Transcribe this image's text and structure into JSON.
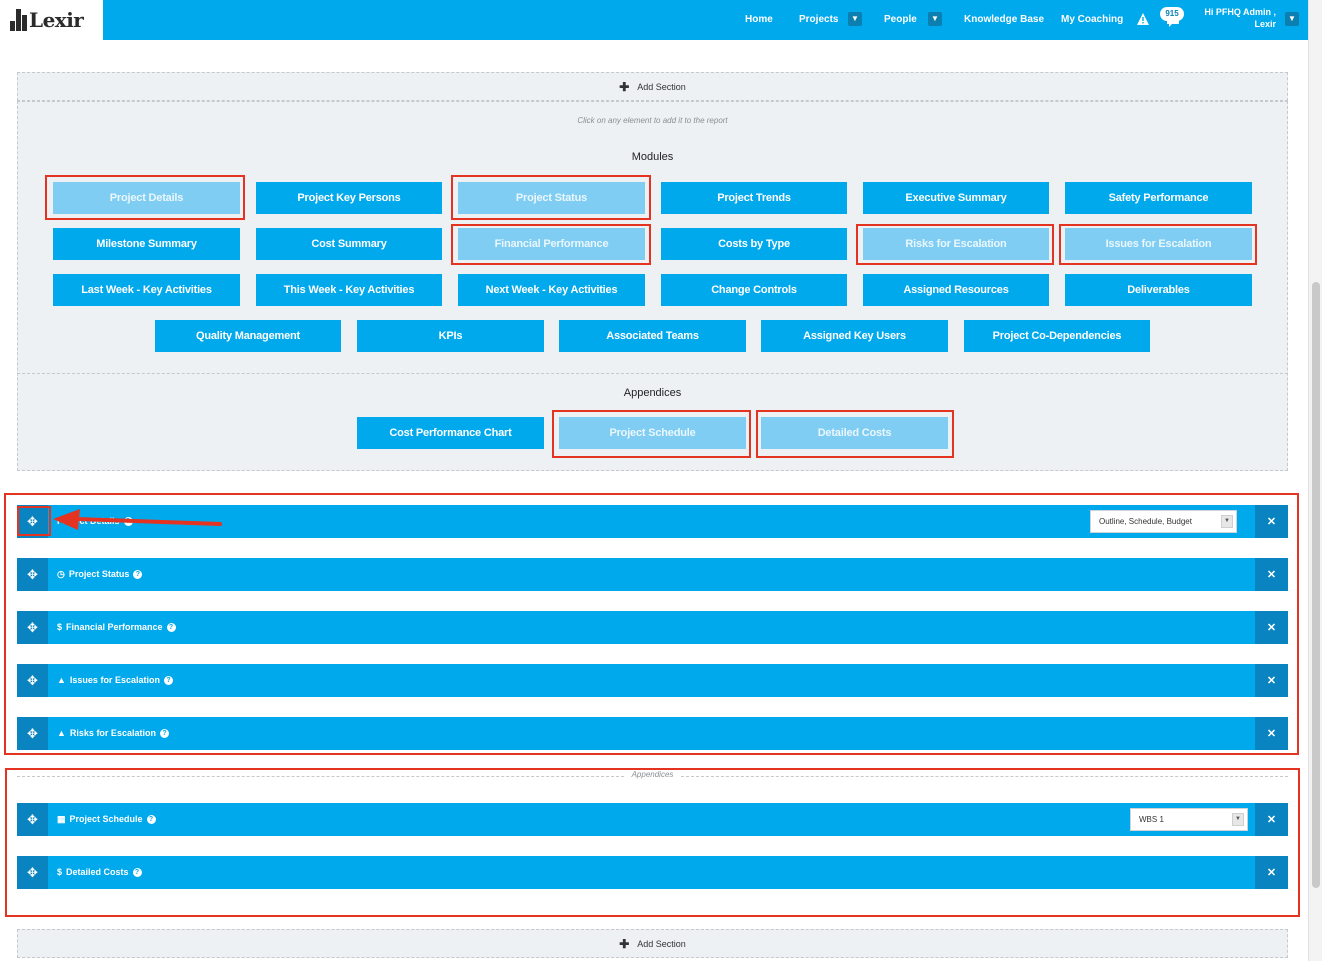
{
  "app": {
    "logo_text": "Lexir"
  },
  "nav": {
    "home": "Home",
    "projects": "Projects",
    "people": "People",
    "knowledge_base": "Knowledge Base",
    "my_coaching": "My Coaching",
    "notification_count": "915",
    "user_greeting": "Hi PFHQ Admin ,",
    "user_org": "Lexir"
  },
  "builder": {
    "add_section_label": "Add Section",
    "hint": "Click on any element to add it to the report",
    "modules_title": "Modules",
    "appendices_title": "Appendices",
    "modules": [
      "Project Details",
      "Project Key Persons",
      "Project Status",
      "Project Trends",
      "Executive Summary",
      "Safety Performance",
      "Milestone Summary",
      "Cost Summary",
      "Financial Performance",
      "Costs by Type",
      "Risks for Escalation",
      "Issues for Escalation",
      "Last Week - Key Activities",
      "This Week - Key Activities",
      "Next Week - Key Activities",
      "Change Controls",
      "Assigned Resources",
      "Deliverables",
      "Quality Management",
      "KPIs",
      "Associated Teams",
      "Assigned Key Users",
      "Project Co-Dependencies"
    ],
    "appendices": [
      "Cost Performance Chart",
      "Project Schedule",
      "Detailed Costs"
    ]
  },
  "sections": {
    "project_details": {
      "title": "Project Details",
      "select_value": "Outline, Schedule, Budget"
    },
    "project_status": {
      "title": "Project Status"
    },
    "financial_performance": {
      "title": "Financial Performance"
    },
    "issues_for_escalation": {
      "title": "Issues for Escalation"
    },
    "risks_for_escalation": {
      "title": "Risks for Escalation"
    },
    "appendices_label": "Appendices",
    "project_schedule": {
      "title": "Project Schedule",
      "select_value": "WBS 1"
    },
    "detailed_costs": {
      "title": "Detailed Costs"
    }
  },
  "icons": {
    "move": "move-icon",
    "close": "close-icon",
    "help": "question-circle-icon"
  },
  "colors": {
    "primary": "#00a8ec",
    "dark": "#0a84c0",
    "selected": "#7fcdf3",
    "highlight": "#e53322"
  }
}
